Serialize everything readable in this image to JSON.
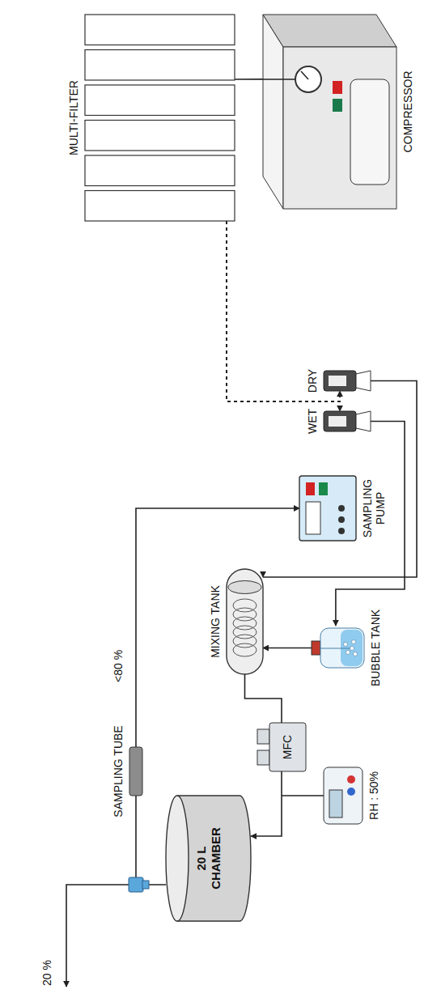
{
  "diagram": {
    "nodes": [
      {
        "text": [
          "20 L CHAMBER"
        ]
      },
      {
        "text": [
          "SAMPLING TUBE"
        ]
      },
      {
        "text": [
          "MFC"
        ]
      },
      {
        "text": [
          "RH : 50%"
        ]
      },
      {
        "text": [
          "MIXING TANK"
        ]
      },
      {
        "text": [
          "BUBBLE TANK"
        ]
      },
      {
        "text": [
          "SAMPLING PUMP"
        ]
      },
      {
        "text": [
          "WET"
        ]
      },
      {
        "text": [
          "DRY"
        ]
      },
      {
        "text": [
          "MULTI-FILTER"
        ]
      },
      {
        "text": [
          "COMPRESSOR"
        ]
      }
    ],
    "edges": [
      {
        "from": 0,
        "to": 1,
        "arrow": "none"
      },
      {
        "from": 1,
        "to": 6,
        "arrow": "to"
      },
      {
        "from": 2,
        "to": 0,
        "arrow": "to"
      },
      {
        "from": 4,
        "to": 2,
        "arrow": "none"
      },
      {
        "from": 7,
        "to": 5,
        "arrow": "to"
      },
      {
        "from": 5,
        "to": 4,
        "arrow": "to"
      },
      {
        "from": 8,
        "to": 4,
        "arrow": "to"
      },
      {
        "from": 9,
        "to": 7,
        "arrow": "to"
      },
      {
        "from": 9,
        "to": 8,
        "arrow": "to"
      },
      {
        "from": 10,
        "to": 9,
        "arrow": "none"
      }
    ],
    "labels": [
      "20 %",
      "<80 %"
    ]
  }
}
